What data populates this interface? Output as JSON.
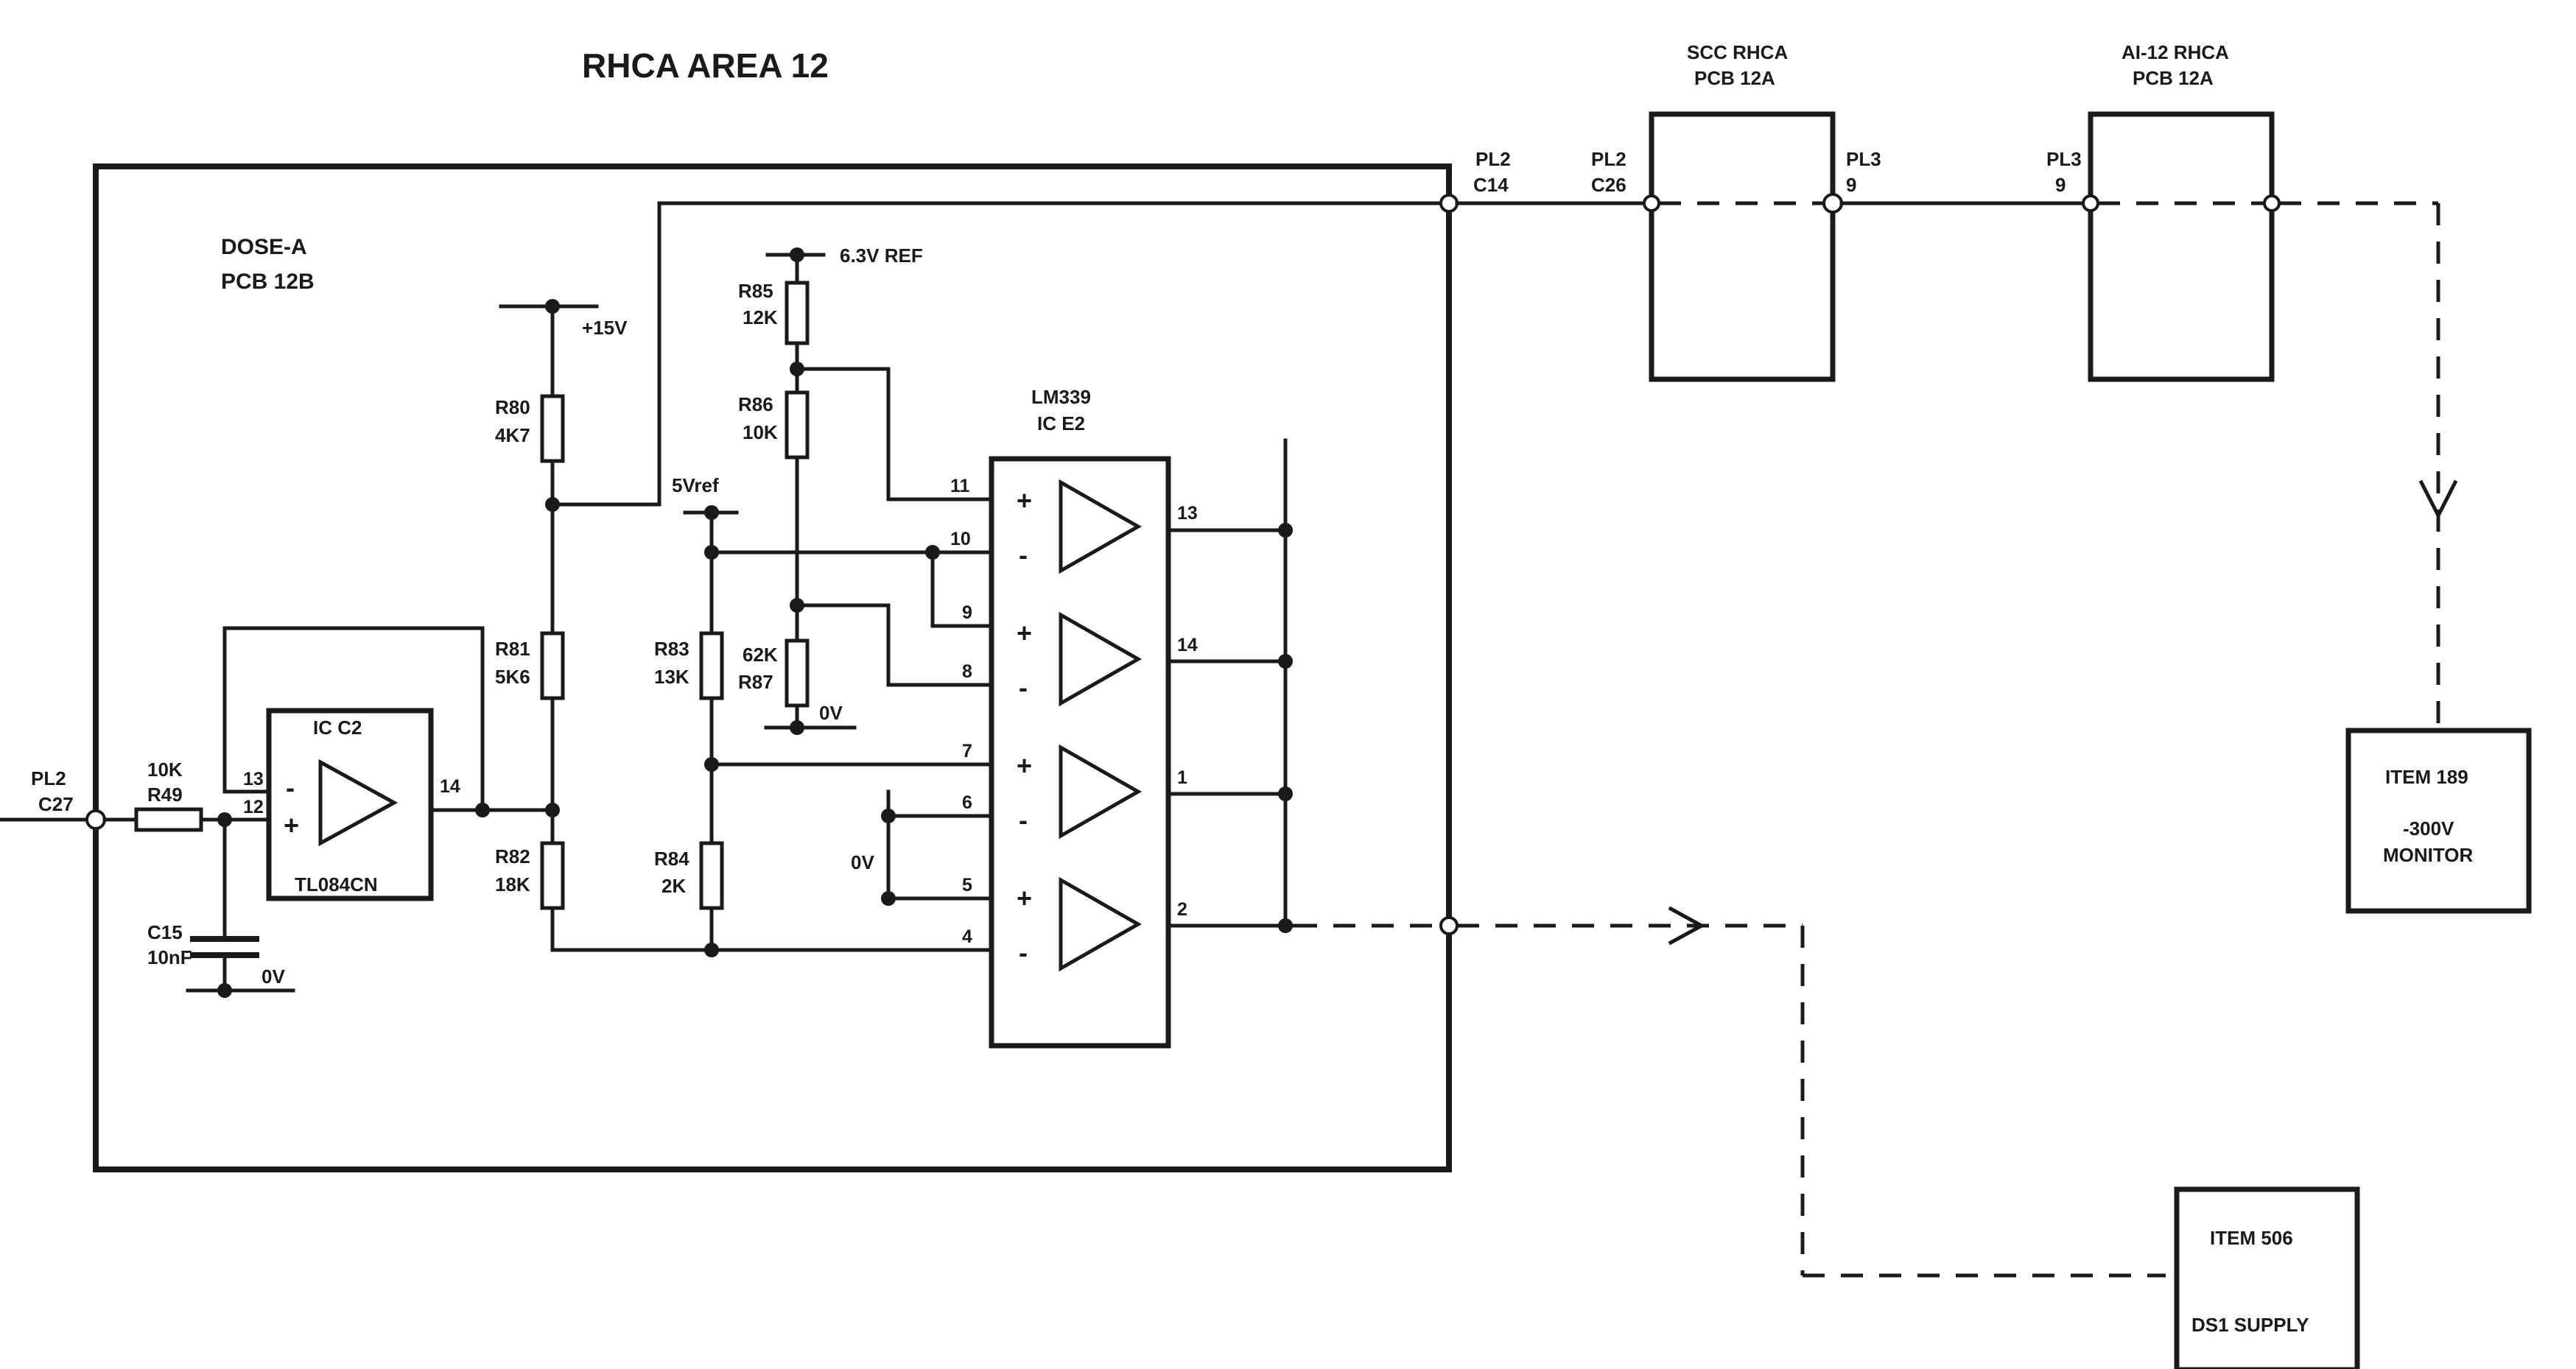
{
  "title": "RHCA AREA 12",
  "dose_a": {
    "name": "DOSE-A",
    "pcb": "PCB 12B"
  },
  "scc": {
    "name": "SCC RHCA",
    "pcb": "PCB 12A"
  },
  "ai12": {
    "name": "AI-12 RHCA",
    "pcb": "PCB 12A"
  },
  "connectors": {
    "pl2_c27": {
      "a": "PL2",
      "b": "C27"
    },
    "pl2_c14": {
      "a": "PL2",
      "b": "C14"
    },
    "pl2_c26": {
      "a": "PL2",
      "b": "C26"
    },
    "pl3_scc": {
      "a": "PL3",
      "b": "9"
    },
    "pl3_ai": {
      "a": "PL3",
      "b": "9"
    }
  },
  "rails": {
    "p15v": "+15V",
    "ref63": "6.3V REF",
    "vref5": "5Vref",
    "zero_v": "0V"
  },
  "resistors": {
    "r49": {
      "ref": "R49",
      "value": "10K"
    },
    "r80": {
      "ref": "R80",
      "value": "4K7"
    },
    "r81": {
      "ref": "R81",
      "value": "5K6"
    },
    "r82": {
      "ref": "R82",
      "value": "18K"
    },
    "r83": {
      "ref": "R83",
      "value": "13K"
    },
    "r84": {
      "ref": "R84",
      "value": "2K"
    },
    "r85": {
      "ref": "R85",
      "value": "12K"
    },
    "r86": {
      "ref": "R86",
      "value": "10K"
    },
    "r87": {
      "ref": "R87",
      "value": "62K"
    }
  },
  "c15": {
    "ref": "C15",
    "value": "10nF"
  },
  "ic_c2": {
    "name": "IC C2",
    "part": "TL084CN",
    "pins": {
      "inv": "13",
      "noninv": "12",
      "out": "14"
    }
  },
  "ic_e2": {
    "part": "LM339",
    "name": "IC E2",
    "pins": {
      "p11": "11",
      "p10": "10",
      "p9": "9",
      "p8": "8",
      "p7": "7",
      "p6": "6",
      "p5": "5",
      "p4": "4",
      "p13": "13",
      "p14": "14",
      "p1": "1",
      "p2": "2"
    }
  },
  "signs": {
    "plus": "+",
    "minus": "-"
  },
  "item189": {
    "name": "ITEM 189",
    "desc": "-300V",
    "desc2": "MONITOR"
  },
  "item506": {
    "name": "ITEM 506",
    "desc": "DS1 SUPPLY"
  },
  "colors": {
    "ink": "#1a1a1a",
    "background": "#ffffff"
  }
}
